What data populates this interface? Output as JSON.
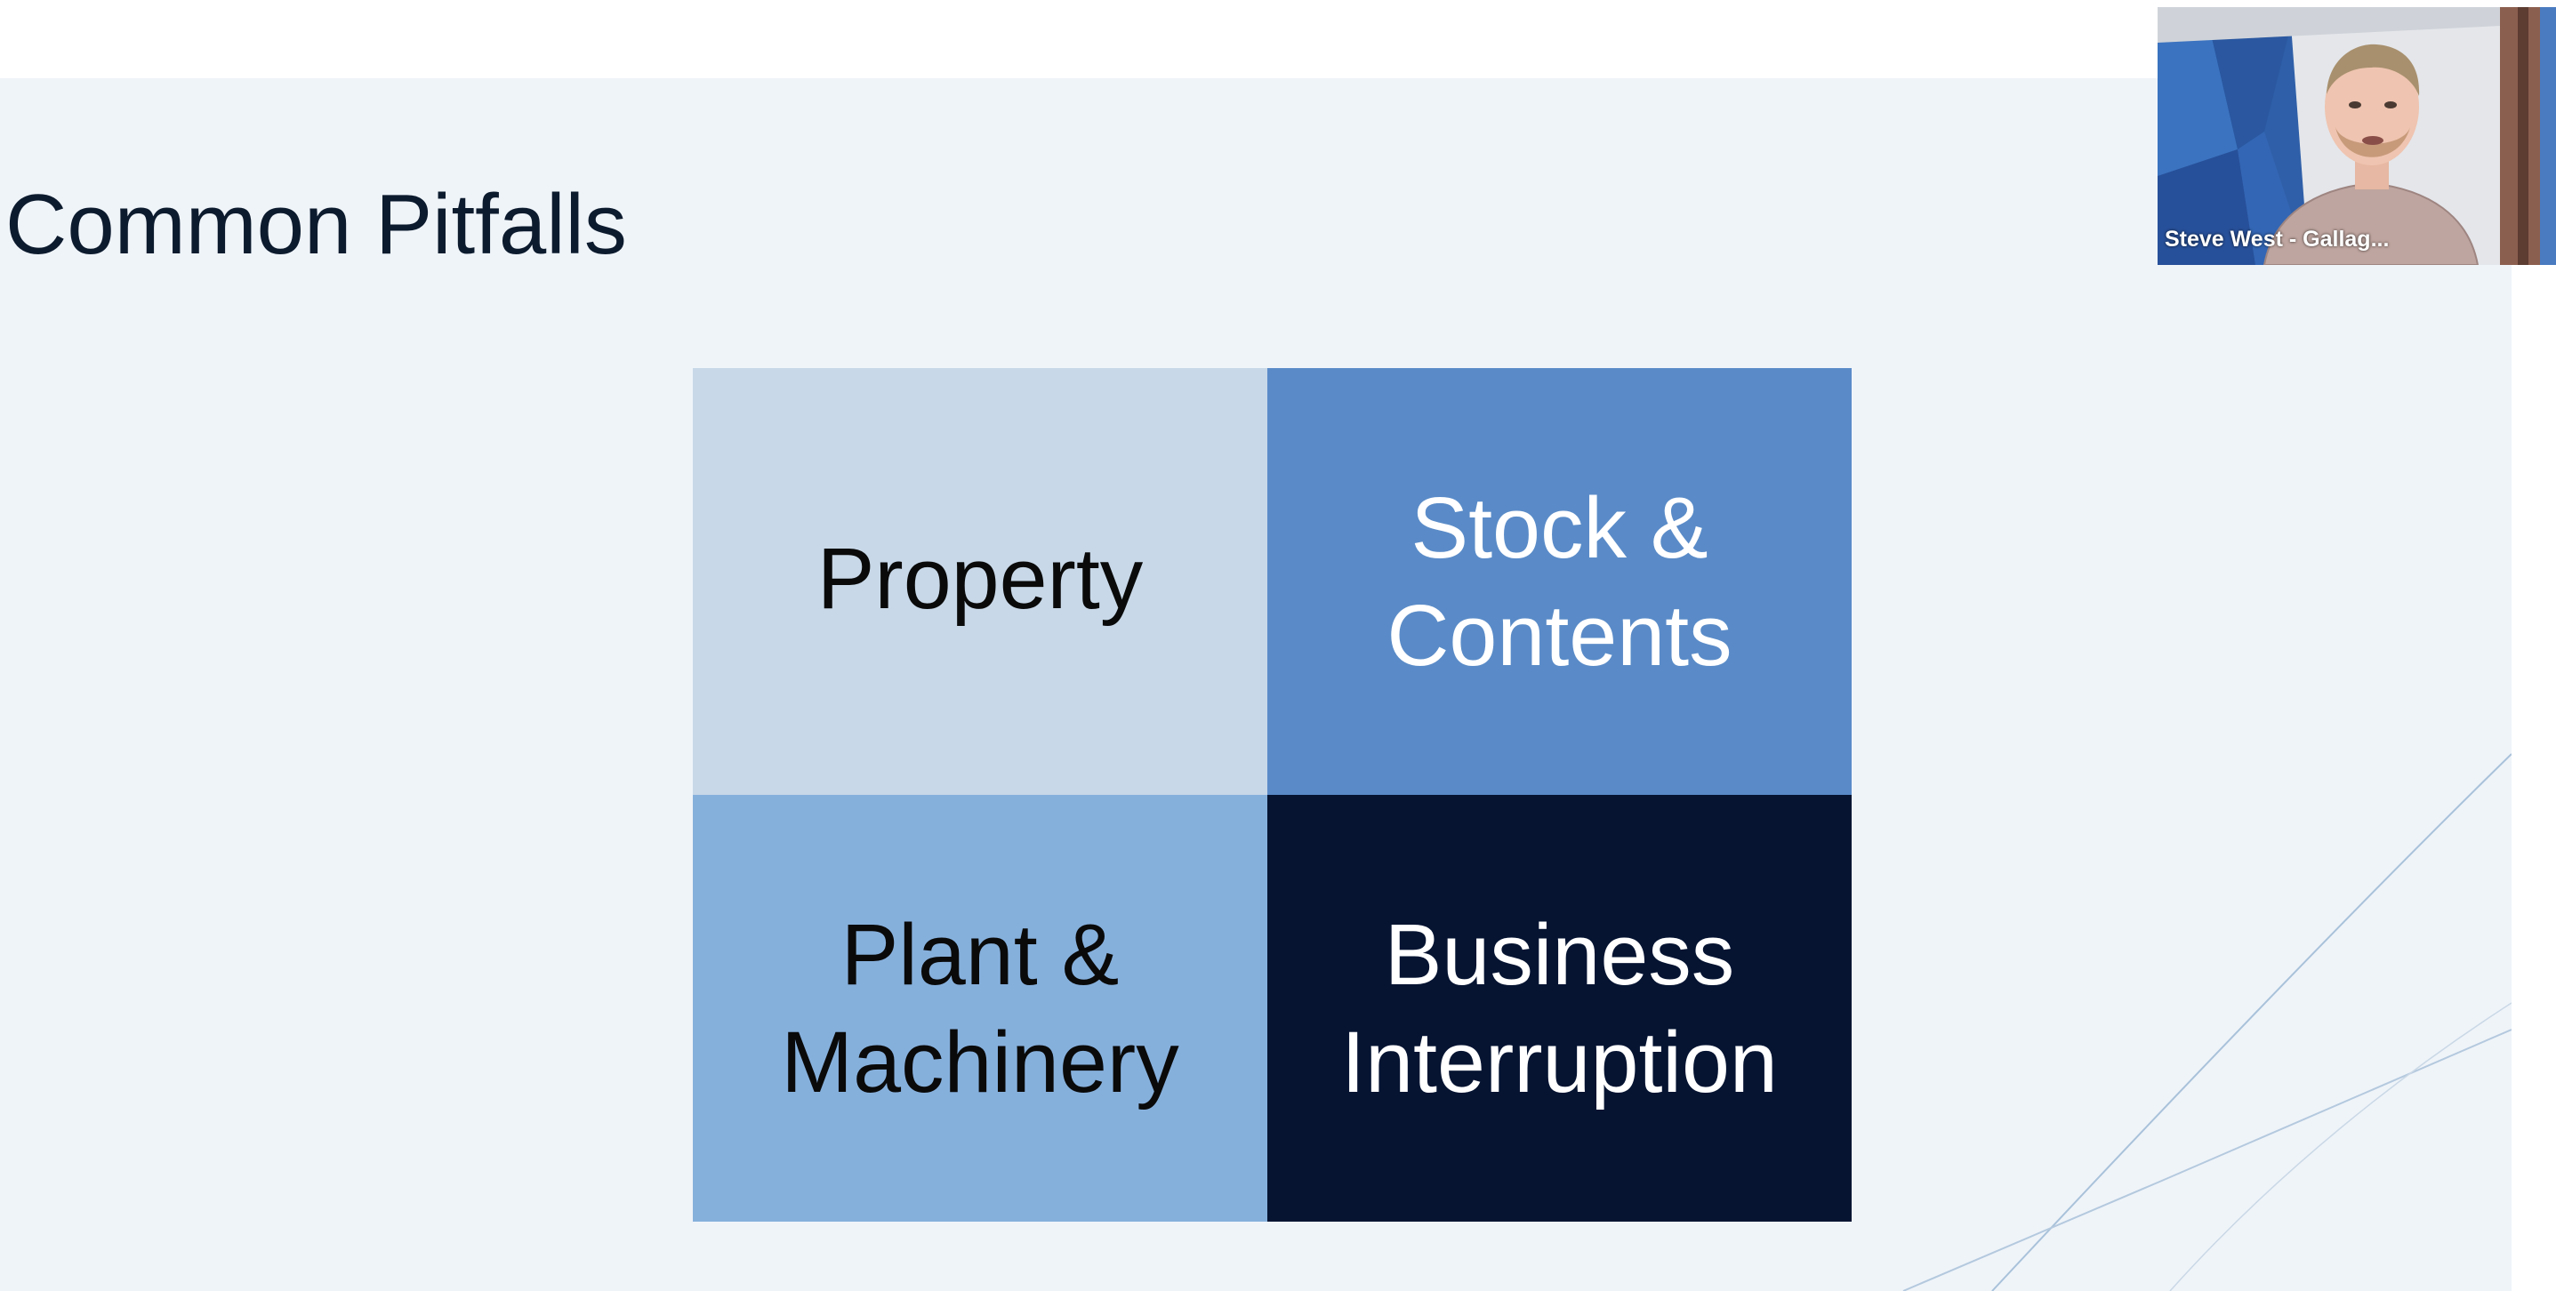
{
  "slide": {
    "title": "Common Pitfalls",
    "tiles": [
      {
        "label": "Property",
        "color": "#c8d8e8"
      },
      {
        "label": "Stock &\nContents",
        "color": "#5a8bc8"
      },
      {
        "label": "Plant &\nMachinery",
        "color": "#86b0dc"
      },
      {
        "label": "Business\nInterruption",
        "color": "#061432"
      }
    ]
  },
  "video": {
    "participant_name": "Steve West - Gallag..."
  },
  "colors": {
    "slide_background": "#eff4f9",
    "title_text": "#0d1b2e"
  }
}
